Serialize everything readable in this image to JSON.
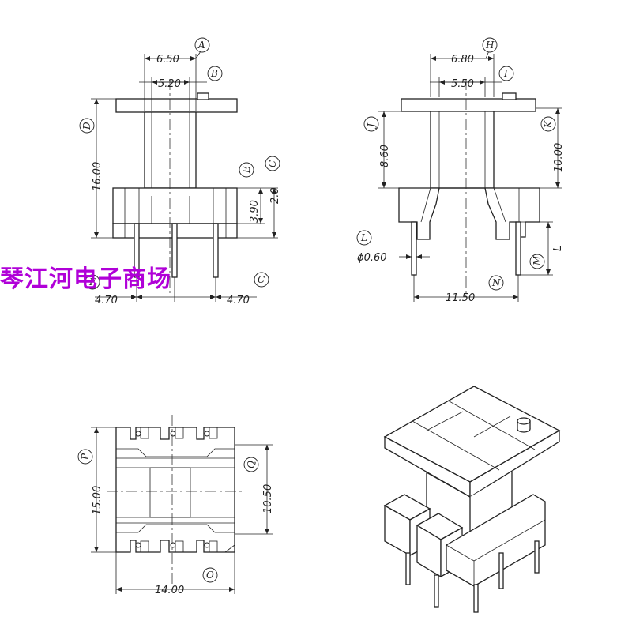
{
  "front_view": {
    "dims": {
      "a": "6.50",
      "b": "5.20",
      "height": "16.00",
      "e": "3.90",
      "c": "2.0",
      "left": "4.70",
      "right": "4.70"
    },
    "labels": {
      "a": "A",
      "b": "B",
      "d": "D",
      "e": "E",
      "c": "C",
      "f": "F",
      "c2": "C"
    }
  },
  "side_view": {
    "dims": {
      "h": "6.80",
      "i": "5.50",
      "j": "8.60",
      "k": "10.00",
      "pin": "ϕ0.60",
      "n": "11.50",
      "l": "L"
    },
    "labels": {
      "h": "H",
      "i": "I",
      "j": "J",
      "k": "K",
      "l": "L",
      "m": "M",
      "n": "N"
    }
  },
  "bottom_view": {
    "dims": {
      "p": "15.00",
      "q": "10.50",
      "o": "14.00"
    },
    "labels": {
      "p": "P",
      "q": "Q",
      "o": "O"
    }
  },
  "watermark": "琴江河电子商场"
}
